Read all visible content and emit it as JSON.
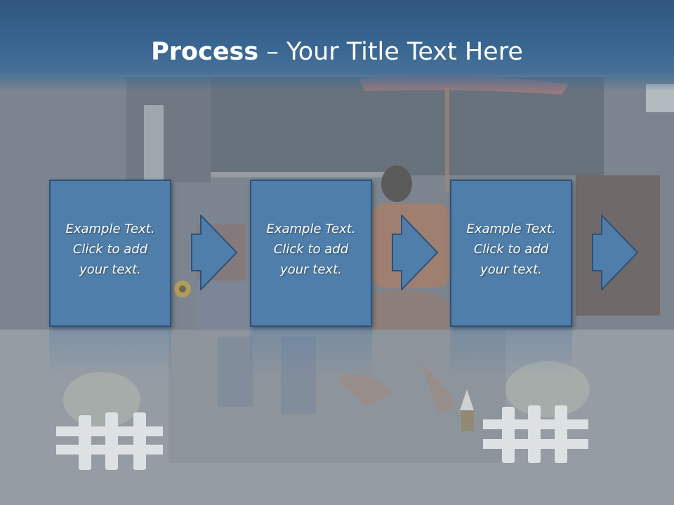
{
  "title": {
    "bold": "Process",
    "rest": " – Your Title Text Here"
  },
  "steps": [
    {
      "lines": [
        "Example Text.",
        "Click  to add",
        "your text."
      ]
    },
    {
      "lines": [
        "Example Text.",
        "Click  to add",
        "your text."
      ]
    },
    {
      "lines": [
        "Example Text.",
        "Click  to add",
        "your text."
      ]
    }
  ],
  "colors": {
    "box_fill": "#4f7eab",
    "box_border": "#2e5176",
    "title_band": "#3a6893",
    "text": "#ffffff"
  }
}
